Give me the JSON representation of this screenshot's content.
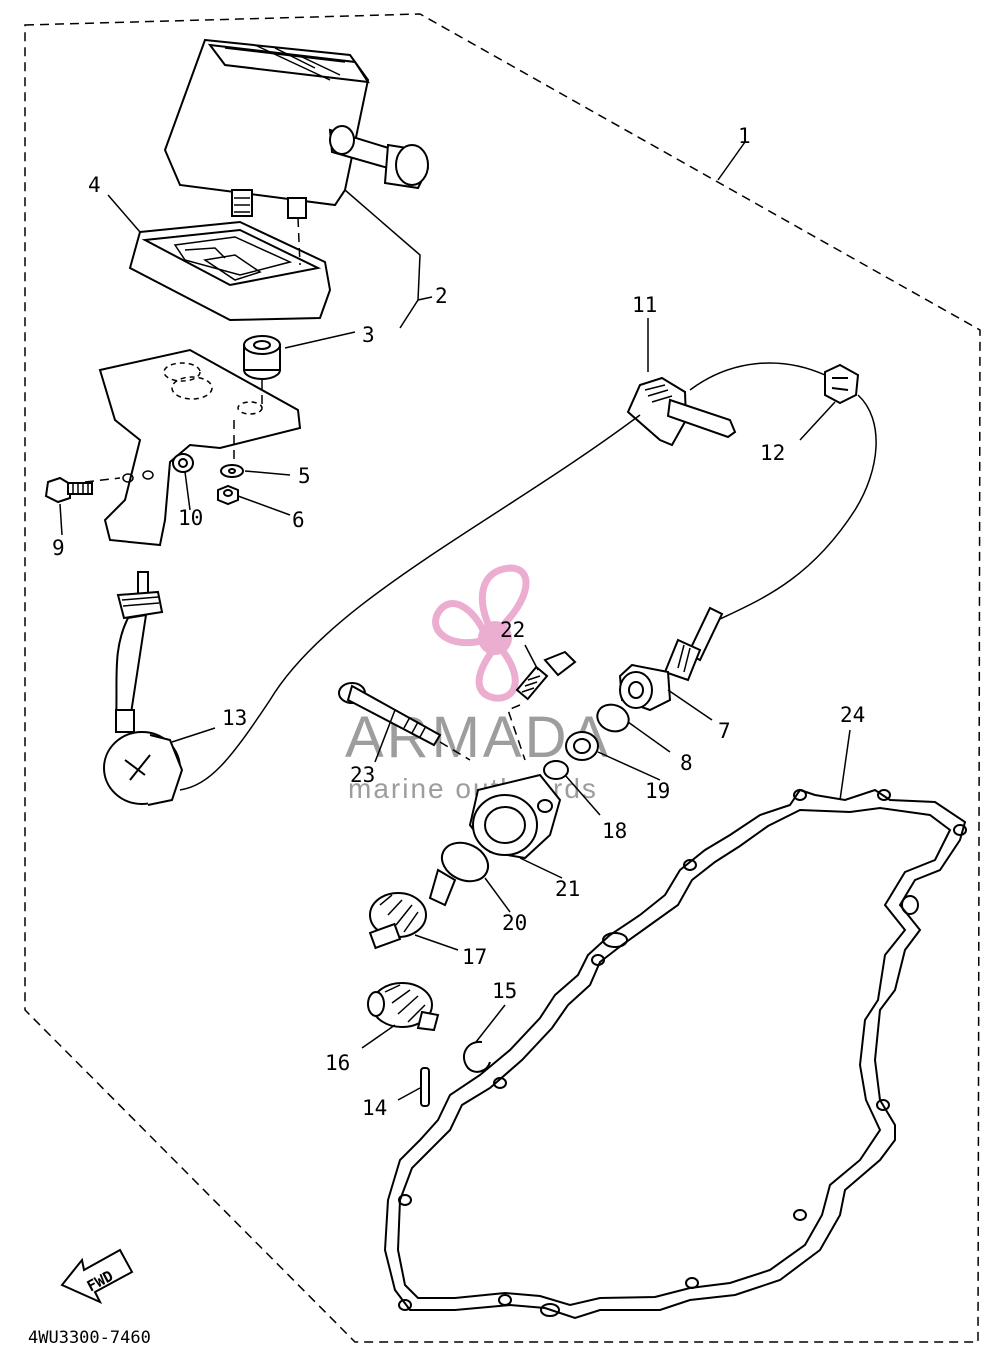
{
  "diagram": {
    "callouts": [
      {
        "id": "c1",
        "label": "1"
      },
      {
        "id": "c2",
        "label": "2"
      },
      {
        "id": "c3",
        "label": "3"
      },
      {
        "id": "c4",
        "label": "4"
      },
      {
        "id": "c5",
        "label": "5"
      },
      {
        "id": "c6",
        "label": "6"
      },
      {
        "id": "c7",
        "label": "7"
      },
      {
        "id": "c8",
        "label": "8"
      },
      {
        "id": "c9",
        "label": "9"
      },
      {
        "id": "c10",
        "label": "10"
      },
      {
        "id": "c11",
        "label": "11"
      },
      {
        "id": "c12",
        "label": "12"
      },
      {
        "id": "c13",
        "label": "13"
      },
      {
        "id": "c14",
        "label": "14"
      },
      {
        "id": "c15",
        "label": "15"
      },
      {
        "id": "c16",
        "label": "16"
      },
      {
        "id": "c17",
        "label": "17"
      },
      {
        "id": "c18",
        "label": "18"
      },
      {
        "id": "c19",
        "label": "19"
      },
      {
        "id": "c20",
        "label": "20"
      },
      {
        "id": "c21",
        "label": "21"
      },
      {
        "id": "c22",
        "label": "22"
      },
      {
        "id": "c23",
        "label": "23"
      },
      {
        "id": "c24",
        "label": "24"
      }
    ],
    "fwd_label": "FWD",
    "drawing_code": "4WU3300-7460"
  },
  "watermark": {
    "title": "ARMADA",
    "subtitle": "marine outboards",
    "logo_color": "#e8a0c8"
  }
}
